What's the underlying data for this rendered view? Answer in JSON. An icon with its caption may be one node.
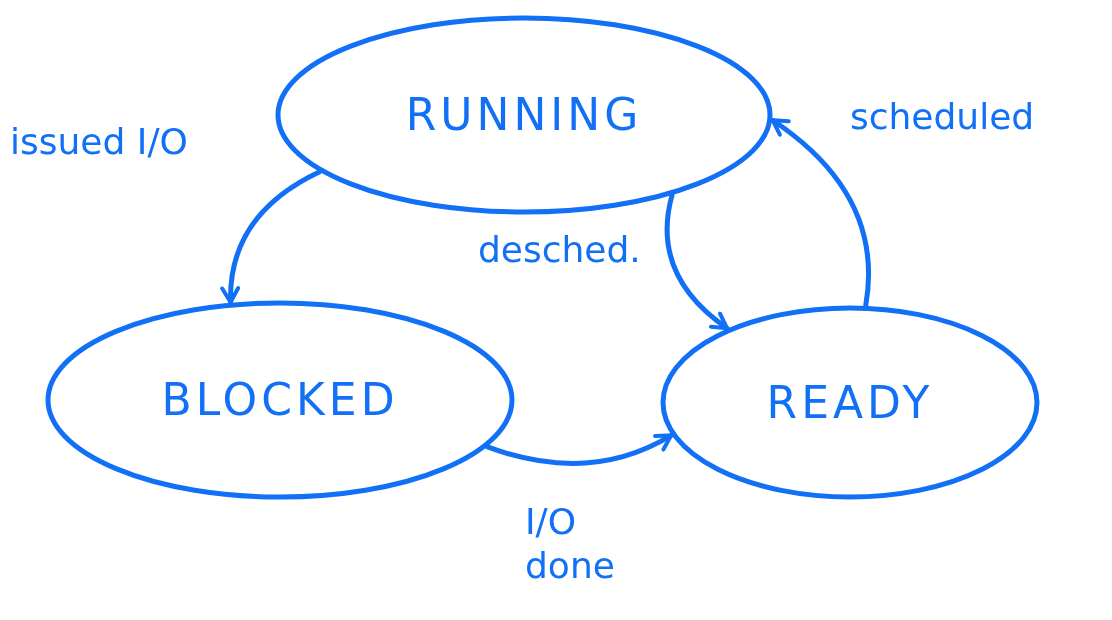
{
  "diagram": {
    "nodes": [
      {
        "text": [
          "RUNNING"
        ]
      },
      {
        "text": [
          "BLOCKED"
        ]
      },
      {
        "text": [
          "READY"
        ]
      }
    ],
    "edges": [
      {
        "from": 0,
        "to": 1,
        "arrow": "to",
        "label": "issued I/O"
      },
      {
        "from": 0,
        "to": 2,
        "arrow": "to",
        "label": "desched."
      },
      {
        "from": 2,
        "to": 0,
        "arrow": "to",
        "label": "scheduled"
      },
      {
        "from": 1,
        "to": 2,
        "arrow": "to",
        "label": "I/O done"
      }
    ]
  }
}
